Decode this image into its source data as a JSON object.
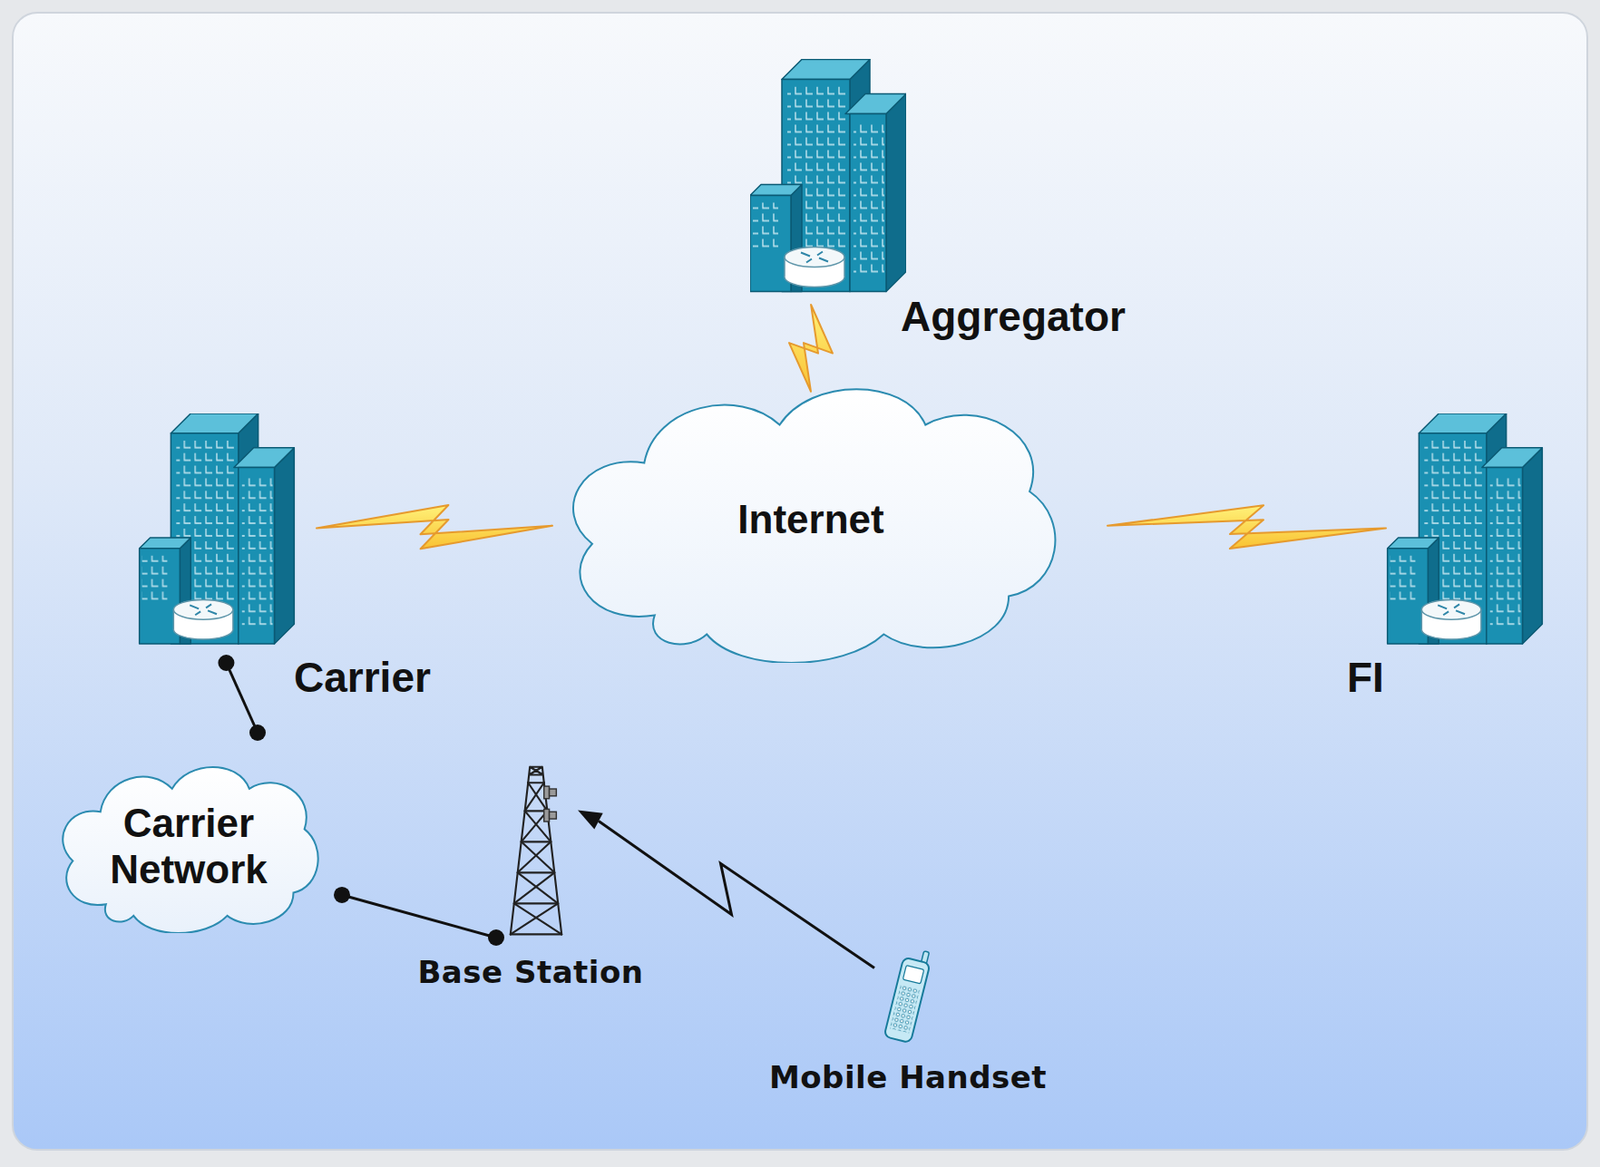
{
  "diagram": {
    "nodes": [
      {
        "text": [
          "Aggregator"
        ]
      },
      {
        "text": [
          "Carrier"
        ]
      },
      {
        "text": [
          "Internet"
        ]
      },
      {
        "text": [
          "FI"
        ]
      },
      {
        "text": [
          "Carrier Network"
        ]
      },
      {
        "text": [
          "Base Station"
        ]
      },
      {
        "text": [
          "Mobile Handset"
        ]
      }
    ],
    "edges": [
      {
        "from": 0,
        "to": 2,
        "arrow": "none"
      },
      {
        "from": 1,
        "to": 2,
        "arrow": "none"
      },
      {
        "from": 2,
        "to": 3,
        "arrow": "none"
      },
      {
        "from": 1,
        "to": 4,
        "arrow": "none"
      },
      {
        "from": 4,
        "to": 5,
        "arrow": "none"
      },
      {
        "from": 6,
        "to": 5,
        "arrow": "to"
      }
    ]
  }
}
